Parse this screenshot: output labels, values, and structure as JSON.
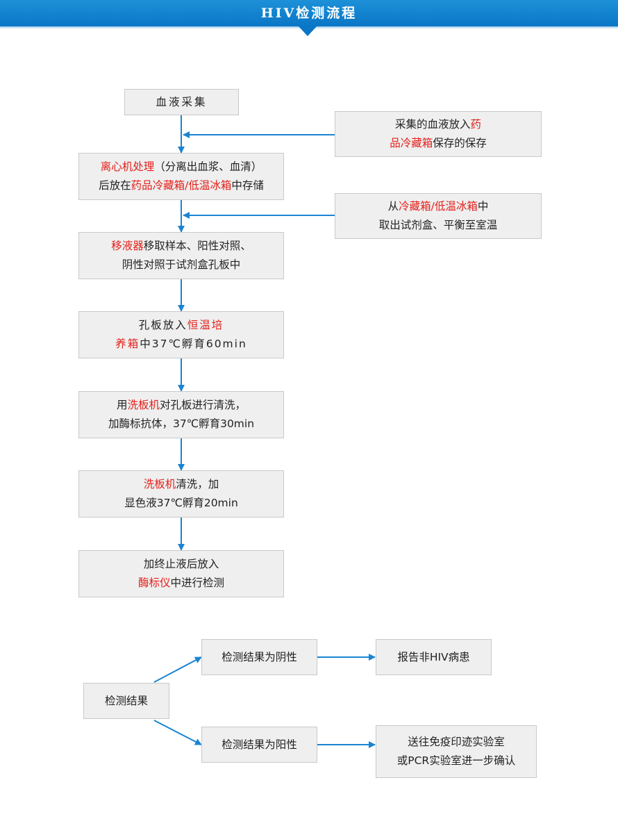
{
  "header": {
    "title": "HIV检测流程"
  },
  "colors": {
    "arrow": "#1a84d2",
    "highlight": "#e3201b",
    "header": "#0a76c6",
    "box_bg": "#efefef"
  },
  "flow": {
    "step1": {
      "text": "血液采集"
    },
    "side1": {
      "l1_a": "采集的血液放入",
      "l1_b": "药",
      "l2_a": "品冷藏箱",
      "l2_b": "保存的保存"
    },
    "step2": {
      "l1_a": "离心机处理",
      "l1_b": "（分离出血浆、血清）",
      "l2_a": "后放在",
      "l2_b": "药品冷藏箱/低温冰箱",
      "l2_c": "中存储"
    },
    "side2": {
      "l1_a": "从",
      "l1_b": "冷藏箱/低温冰箱",
      "l1_c": "中",
      "l2": "取出试剂盒、平衡至室温"
    },
    "step3": {
      "l1_a": "移液器",
      "l1_b": "移取样本、阳性对照、",
      "l2": "阴性对照于试剂盒孔板中"
    },
    "step4": {
      "l1_a": "孔板放入",
      "l1_b": "恒温培",
      "l2_a": "养箱",
      "l2_b": "中37℃孵育60min"
    },
    "step5": {
      "l1_a": "用",
      "l1_b": "洗板机",
      "l1_c": "对孔板进行清洗，",
      "l2": "加酶标抗体，37℃孵育30min"
    },
    "step6": {
      "l1_a": "洗板机",
      "l1_b": "清洗，加",
      "l2": "显色液37℃孵育20min"
    },
    "step7": {
      "l1": "加终止液后放入",
      "l2_a": "酶标仪",
      "l2_b": "中进行检测"
    }
  },
  "results": {
    "root": "检测结果",
    "negative": "检测结果为阴性",
    "positive": "检测结果为阳性",
    "negative_outcome": "报告非HIV病患",
    "positive_outcome_l1": "送往免疫印迹实验室",
    "positive_outcome_l2": "或PCR实验室进一步确认"
  }
}
